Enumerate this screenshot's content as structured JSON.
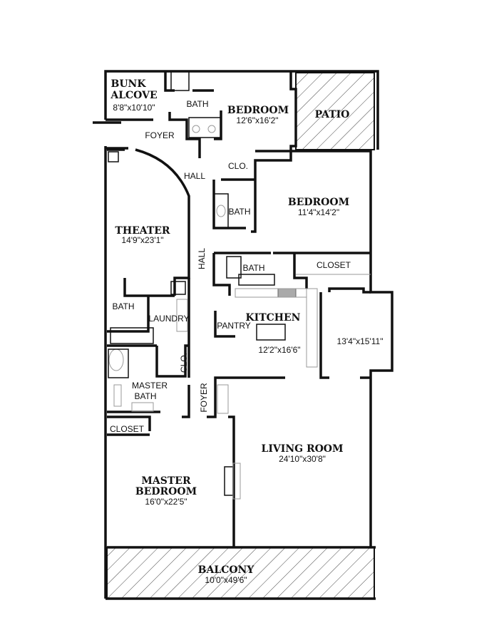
{
  "rooms": {
    "bunk_alcove": {
      "name_1": "BUNK",
      "name_2": "ALCOVE",
      "dims": "8'8\"x10'10\""
    },
    "bath_top": {
      "name": "BATH"
    },
    "bedroom_1": {
      "name": "BEDROOM",
      "dims": "12'6\"x16'2\""
    },
    "patio": {
      "name": "PATIO"
    },
    "foyer_top": {
      "name": "FOYER"
    },
    "hall_top": {
      "name": "HALL"
    },
    "clo_top": {
      "name": "CLO."
    },
    "bedroom_2": {
      "name": "BEDROOM",
      "dims": "11'4\"x14'2\""
    },
    "bath_mid": {
      "name": "BATH"
    },
    "theater": {
      "name": "THEATER",
      "dims": "14'9\"x23'1\""
    },
    "hall_mid": {
      "name": "HALL"
    },
    "bath_kitchen": {
      "name": "BATH"
    },
    "closet_right": {
      "name": "CLOSET"
    },
    "bath_left": {
      "name": "BATH"
    },
    "laundry": {
      "name": "LAUNDRY"
    },
    "kitchen": {
      "name": "KITCHEN",
      "dims": "12'2\"x16'6\""
    },
    "pantry": {
      "name": "PANTRY"
    },
    "bay_room": {
      "dims": "13'4\"x15'11\""
    },
    "clo_master": {
      "name": "CLO."
    },
    "master_bath": {
      "name_1": "MASTER",
      "name_2": "BATH"
    },
    "foyer_main": {
      "name": "FOYER"
    },
    "closet_master": {
      "name": "CLOSET"
    },
    "living_room": {
      "name": "LIVING ROOM",
      "dims": "24'10\"x30'8\""
    },
    "master_bedroom": {
      "name_1": "MASTER",
      "name_2": "BEDROOM",
      "dims": "16'0\"x22'5\""
    },
    "balcony": {
      "name": "BALCONY",
      "dims": "10'0\"x49'6\""
    }
  }
}
